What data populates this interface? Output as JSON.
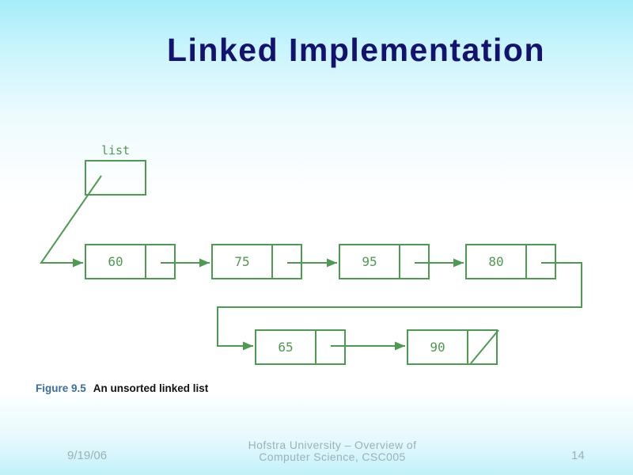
{
  "slide_title": "Linked Implementation",
  "figure": {
    "label": "Figure 9.5",
    "caption": "An unsorted linked list"
  },
  "diagram": {
    "list_label": "list",
    "nodes": [
      {
        "value": "60"
      },
      {
        "value": "75"
      },
      {
        "value": "95"
      },
      {
        "value": "80"
      },
      {
        "value": "65"
      },
      {
        "value": "90"
      }
    ],
    "last_node_marker": "null-slash"
  },
  "footer": {
    "date": "9/19/06",
    "institution_line1": "Hofstra University – Overview of",
    "institution_line2": "Computer Science, CSC005",
    "page_number": "14"
  },
  "colors": {
    "title_navy": "#13136f",
    "diagram_green": "#4e9a50",
    "caption_blue": "#3a6e9e",
    "footer_gray": "#9ab2b7",
    "background_cyan_top": "#a6edfa",
    "background_cyan_bottom": "#c2f1fa"
  }
}
